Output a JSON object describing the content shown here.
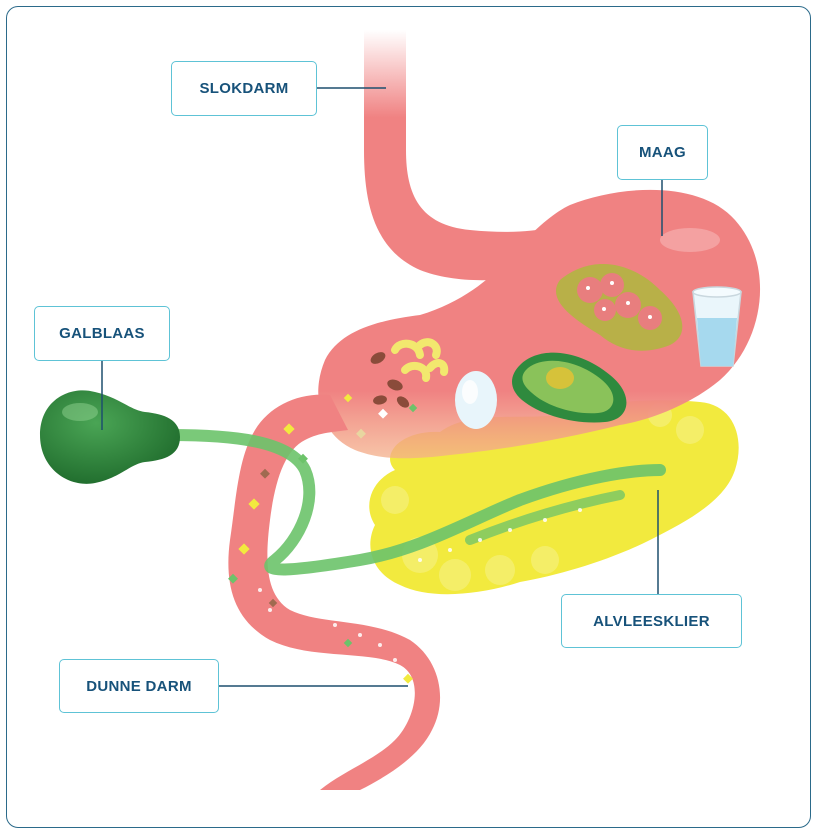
{
  "labels": {
    "slokdarm": "SLOKDARM",
    "maag": "MAAG",
    "galblaas": "GALBLAAS",
    "alvleesklier": "ALVLEESKLIER",
    "dunne_darm": "DUNNE DARM"
  },
  "colors": {
    "frame_border": "#2b6a8a",
    "label_border": "#5ec3d6",
    "label_text": "#17527a",
    "organ_pink": "#f08282",
    "gallbladder_green": "#2f8a3e",
    "bile_green": "#6cc36a",
    "pancreas_yellow": "#f2ea3e",
    "leader_line": "#1d4f6e"
  }
}
